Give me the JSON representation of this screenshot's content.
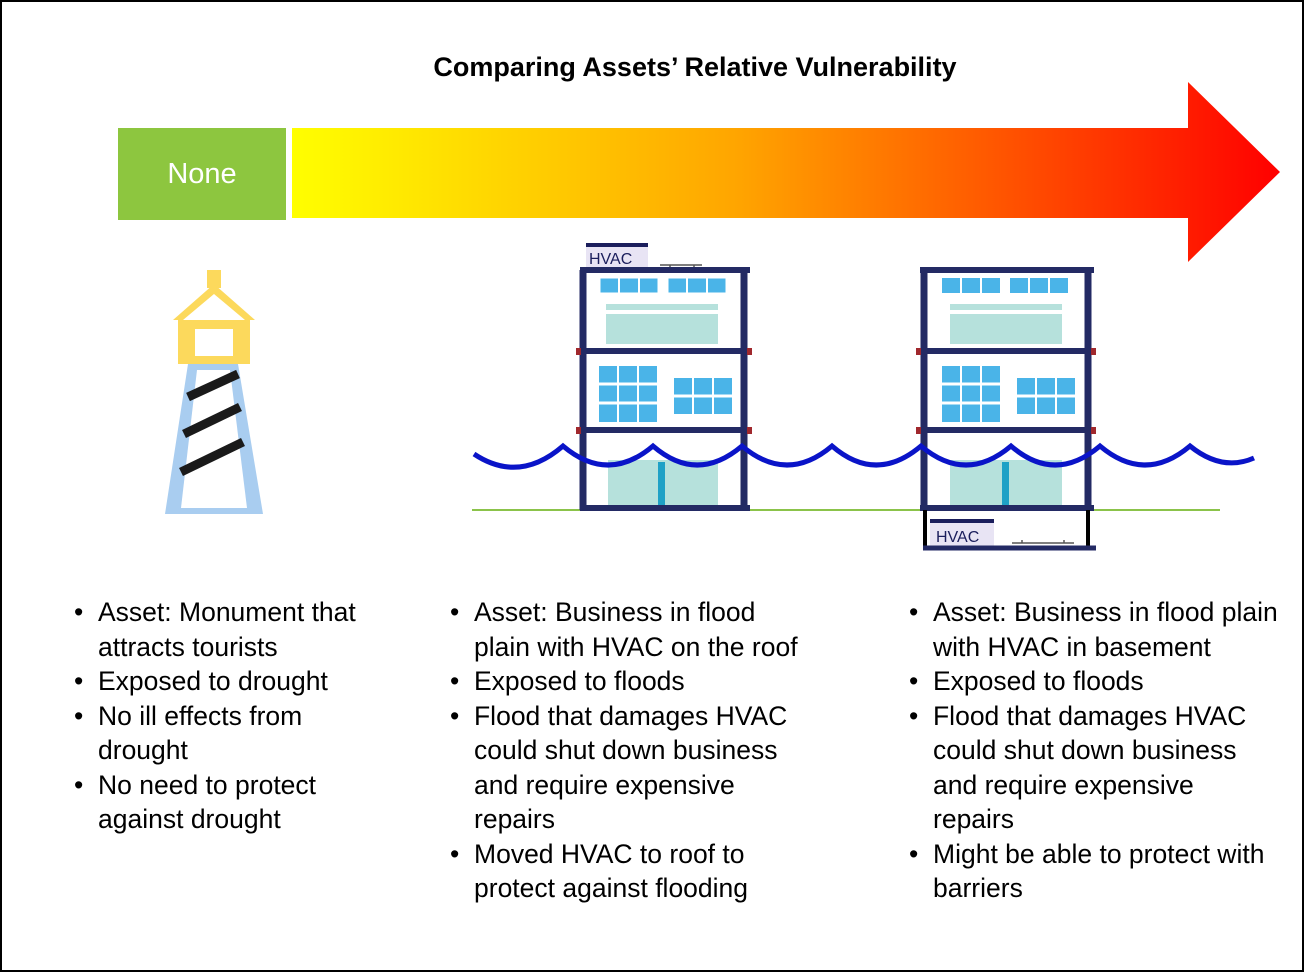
{
  "title": "Comparing Assets’ Relative Vulnerability",
  "scale": {
    "start_label": "None",
    "start_color": "#8dc63f",
    "gradient_colors": [
      "#ffff00",
      "#ffa500",
      "#ff0000"
    ]
  },
  "illustrations": {
    "monument_icon": "lighthouse-icon",
    "building_roof_hvac_label": "HVAC",
    "building_basement_hvac_label": "HVAC",
    "water_color": "#0a14c8",
    "ground_color": "#8bc34a"
  },
  "columns": [
    {
      "items": [
        "Asset: Monument that attracts tourists",
        "Exposed to drought",
        "No ill effects from drought",
        "No need to protect against drought"
      ]
    },
    {
      "items": [
        "Asset: Business in flood plain with HVAC on the roof",
        "Exposed to floods",
        "Flood that damages HVAC could shut down business and require expensive repairs",
        "Moved HVAC to roof to protect against flooding"
      ]
    },
    {
      "items": [
        "Asset: Business in flood plain with HVAC in basement",
        "Exposed to floods",
        "Flood that damages HVAC could shut down business and require expensive repairs",
        "Might be able to protect with barriers"
      ]
    }
  ]
}
